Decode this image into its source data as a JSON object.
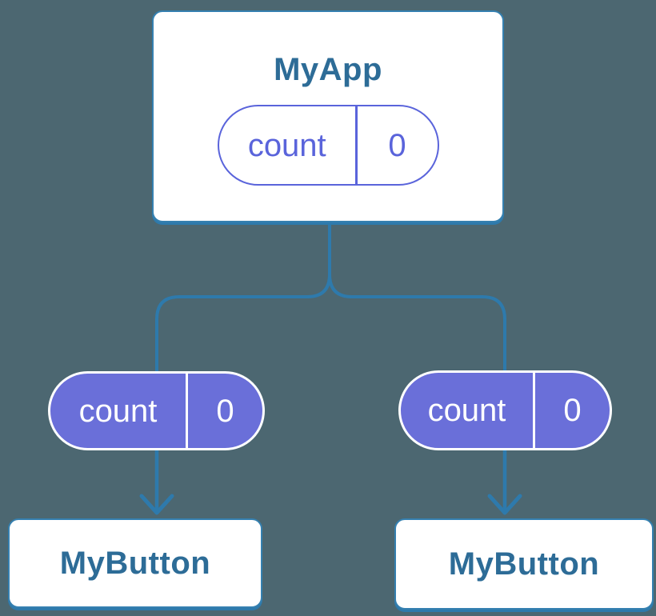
{
  "page": {
    "background_color": "#4C6771",
    "description": "Component tree diagram showing state passed down from a parent to two children"
  },
  "palette": {
    "connector_blue": "#2E7AAC",
    "node_border_blue": "#3580B0",
    "node_text_blue": "#2D6C97",
    "state_purple_outline": "#5A64DB",
    "state_purple_fill": "#6A6FD9",
    "node_background": "#FFFFFF",
    "state_text_on_fill": "#FFFFFF"
  },
  "diagram": {
    "root": {
      "title": "MyApp",
      "state": {
        "name": "count",
        "value": "0"
      }
    },
    "children": [
      {
        "title": "MyButton",
        "state": {
          "name": "count",
          "value": "0"
        }
      },
      {
        "title": "MyButton",
        "state": {
          "name": "count",
          "value": "0"
        }
      }
    ]
  }
}
